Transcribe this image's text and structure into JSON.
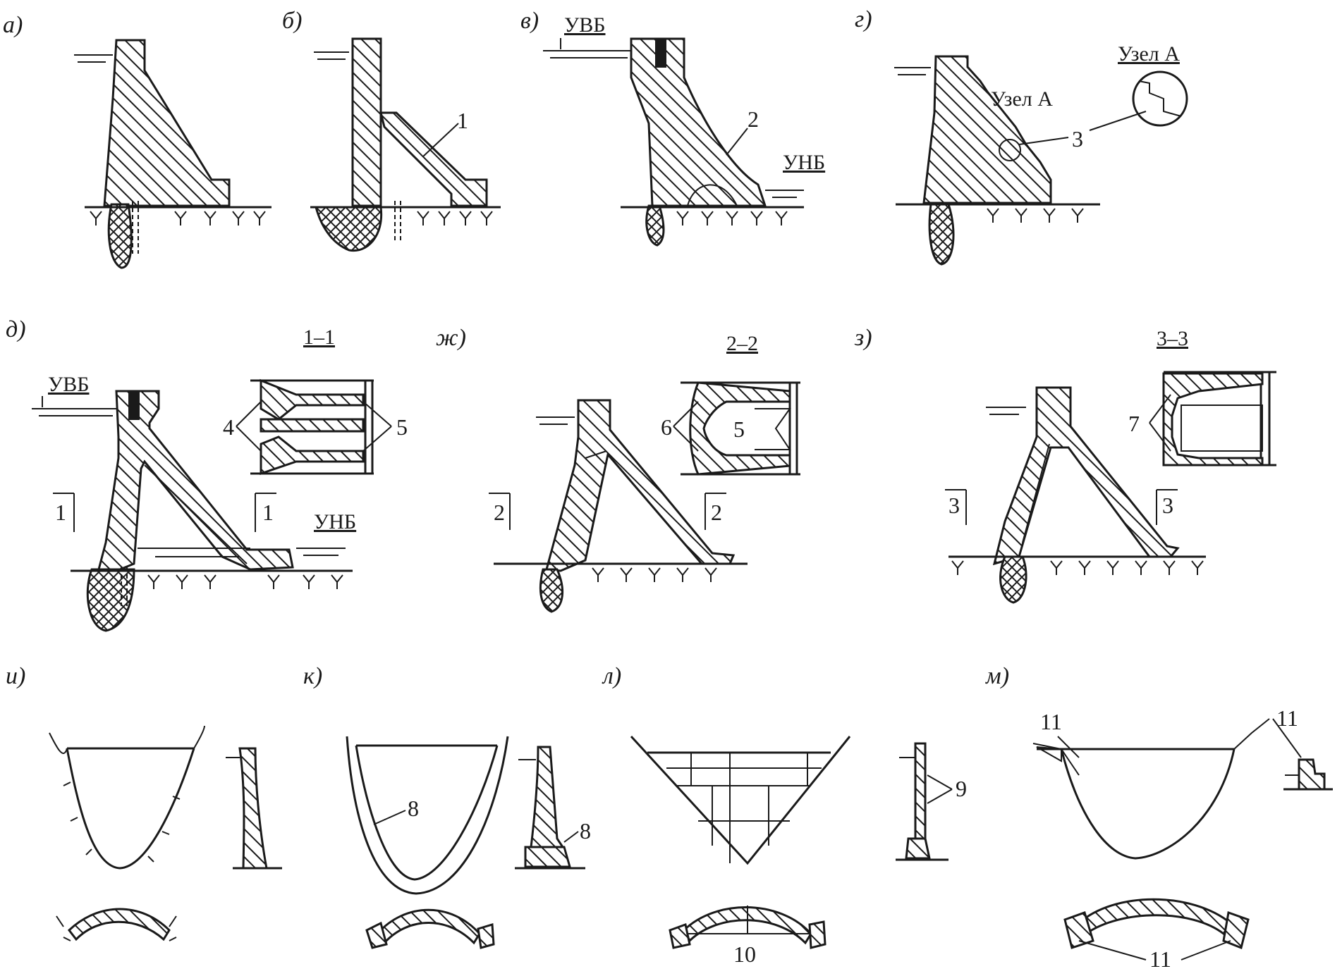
{
  "panels": {
    "a": "а)",
    "b": "б)",
    "v": "в)",
    "g": "г)",
    "d": "д)",
    "zh": "ж)",
    "z": "з)",
    "i": "и)",
    "k": "к)",
    "l": "л)",
    "m": "м)"
  },
  "levels": {
    "upstream": "УВБ",
    "downstream": "УНБ"
  },
  "node": {
    "label_main": "Узел А",
    "label_detail": "Узел А"
  },
  "sections": {
    "s1": "1–1",
    "s2": "2–2",
    "s3": "3–3"
  },
  "section_marks": {
    "m1": "1",
    "m2": "2",
    "m3": "3"
  },
  "callouts": {
    "c1": "1",
    "c2": "2",
    "c3": "3",
    "c4": "4",
    "c5": "5",
    "c5b": "5",
    "c6": "6",
    "c7": "7",
    "c8a": "8",
    "c8b": "8",
    "c9": "9",
    "c10": "10",
    "c11a": "11",
    "c11b": "11",
    "c11c": "11"
  },
  "colors": {
    "ink": "#1a1a1a",
    "paper": "#ffffff"
  }
}
